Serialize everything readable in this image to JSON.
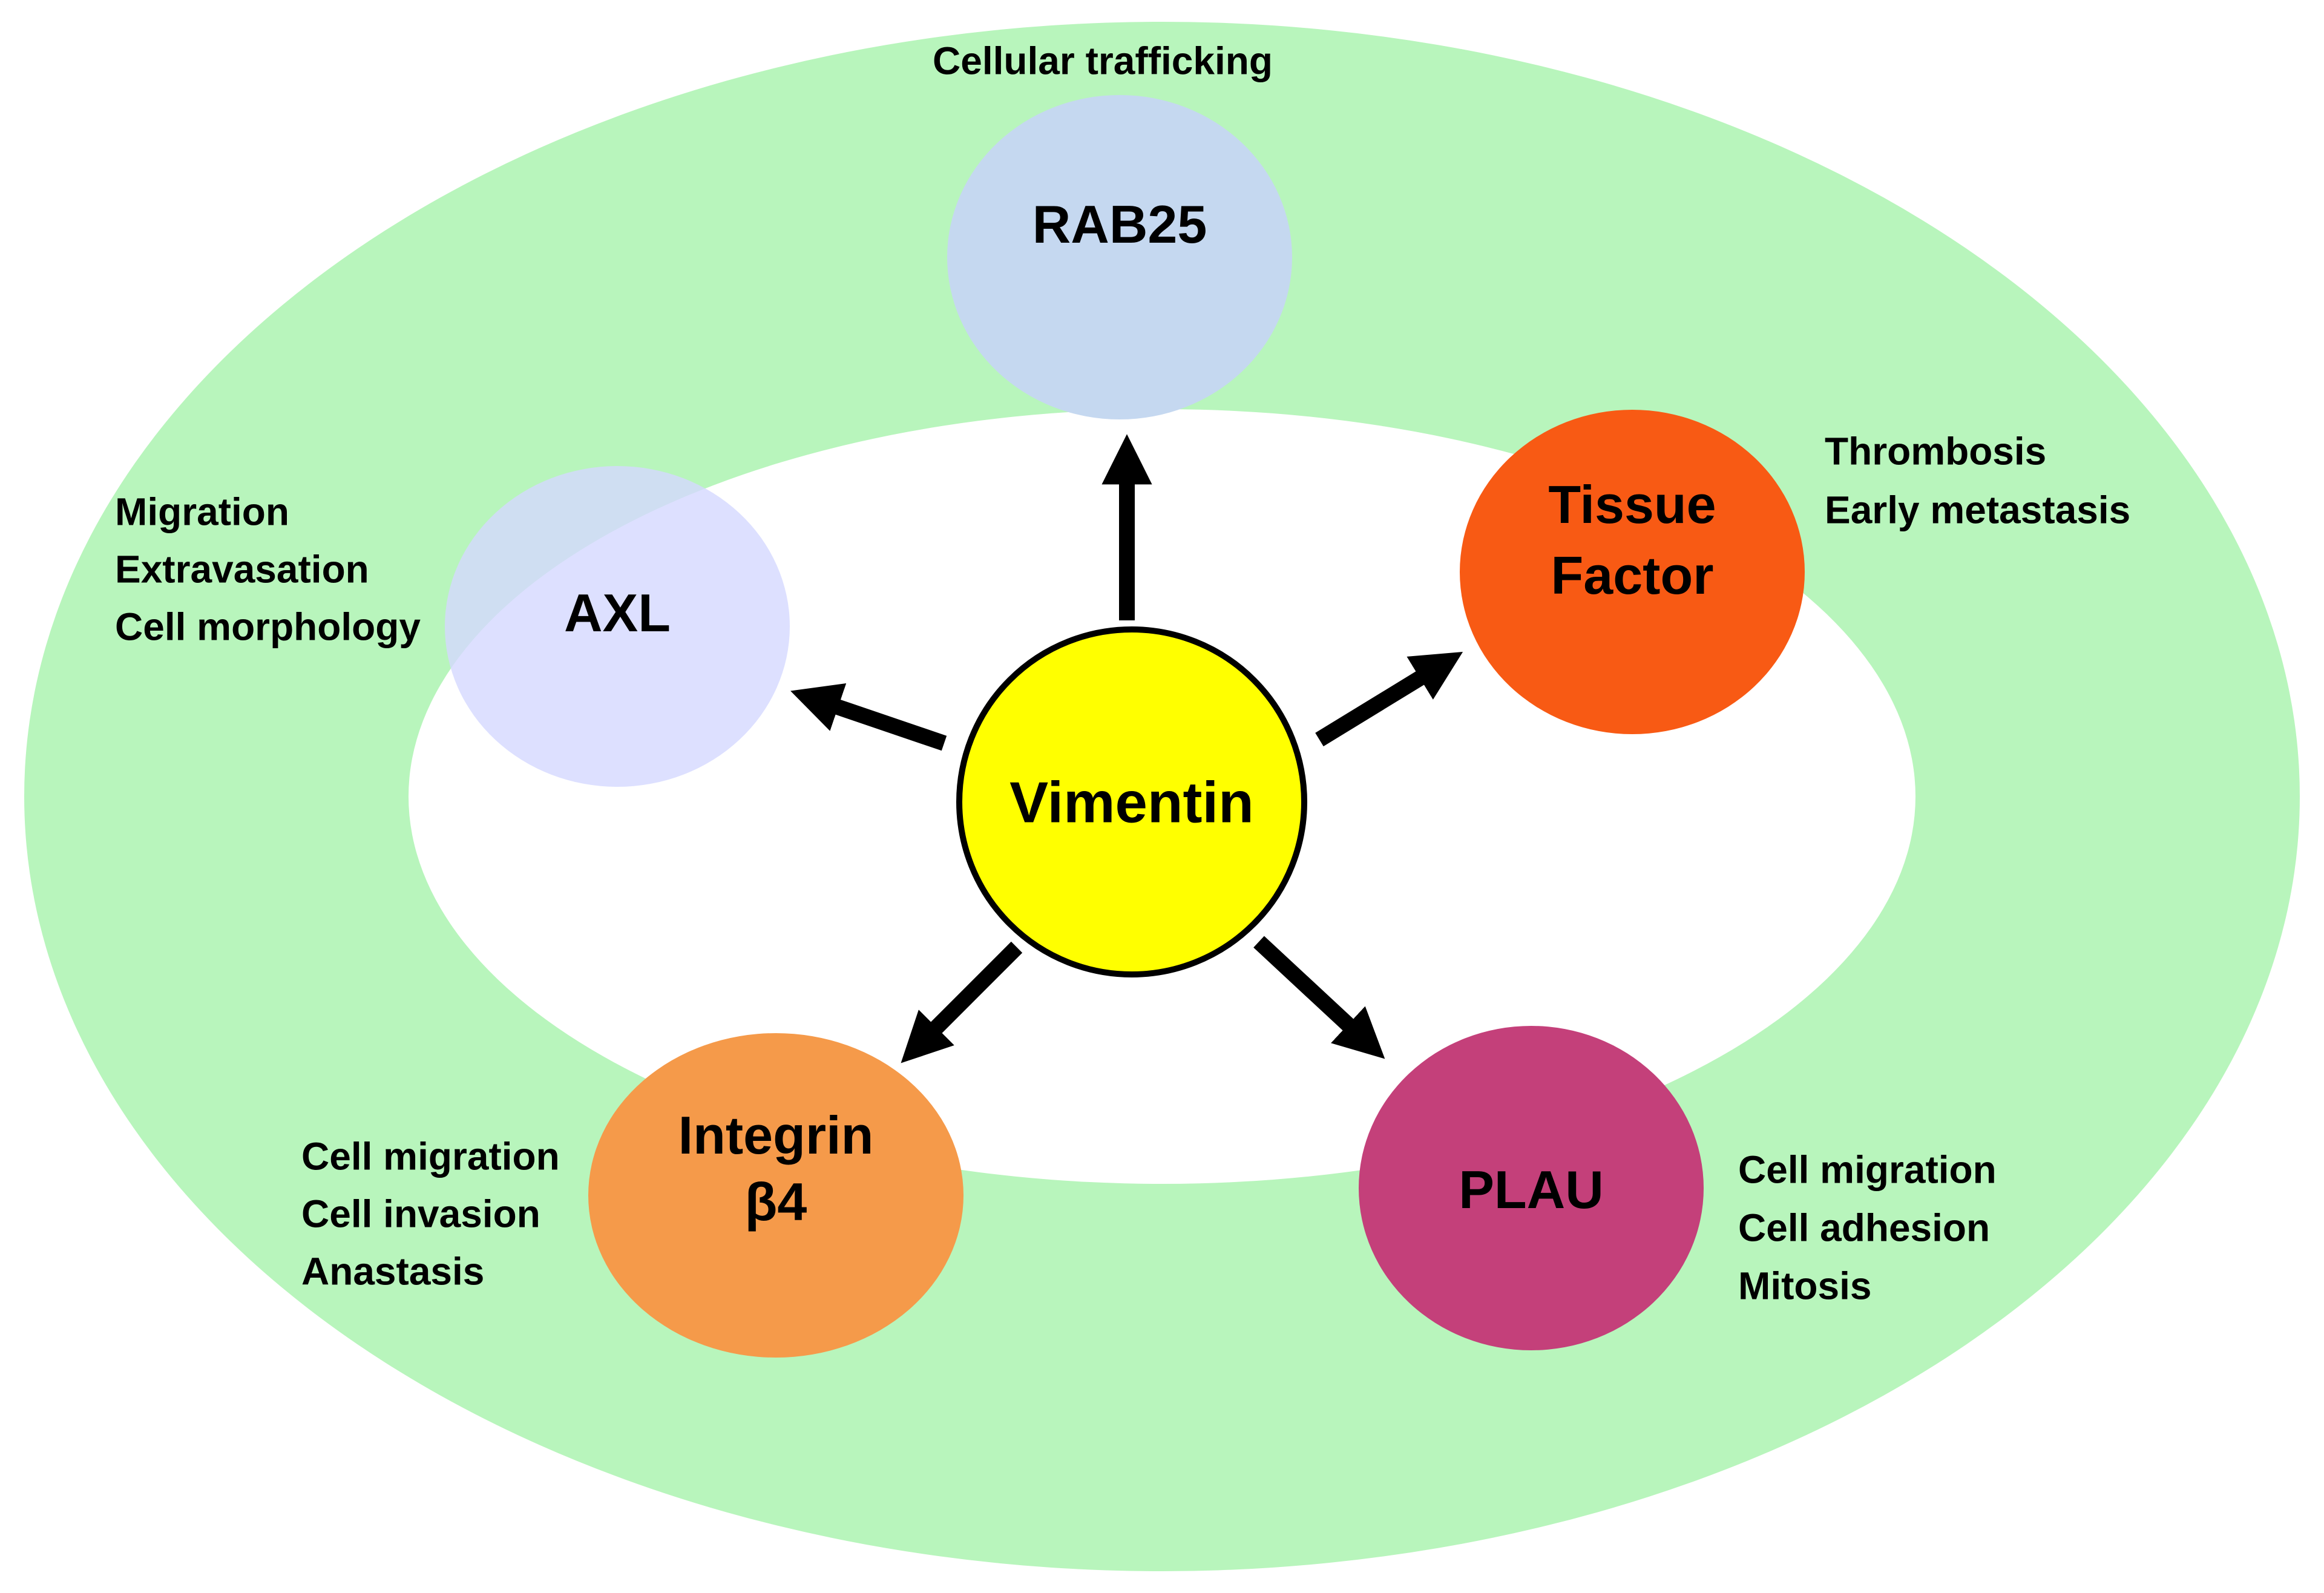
{
  "center": {
    "label": "Vimentin",
    "fill": "#ffff00",
    "text_color": "#3a3af0"
  },
  "colors": {
    "outer_ring": "#b8f5bc",
    "inner_area": "#ffffff",
    "arrow": "#000000"
  },
  "nodes": [
    {
      "id": "rab25",
      "lines": [
        "RAB25"
      ],
      "fill": "#c5d8f0",
      "functions": [
        "Cellular trafficking"
      ]
    },
    {
      "id": "tissue-factor",
      "lines": [
        "Tissue",
        "Factor"
      ],
      "fill": "#f85a14",
      "functions": [
        "Thrombosis",
        "Early metastasis"
      ]
    },
    {
      "id": "plau",
      "lines": [
        "PLAU"
      ],
      "fill": "#c4407a",
      "functions": [
        "Cell migration",
        "Cell adhesion",
        "Mitosis"
      ]
    },
    {
      "id": "integrin-b4",
      "lines": [
        "Integrin",
        "β4"
      ],
      "fill": "#f59a4a",
      "functions": [
        "Cell migration",
        "Cell invasion",
        "Anastasis"
      ]
    },
    {
      "id": "axl",
      "lines": [
        "AXL"
      ],
      "fill": "#d5d8ff",
      "functions": [
        "Migration",
        "Extravasation",
        "Cell morphology"
      ]
    }
  ]
}
